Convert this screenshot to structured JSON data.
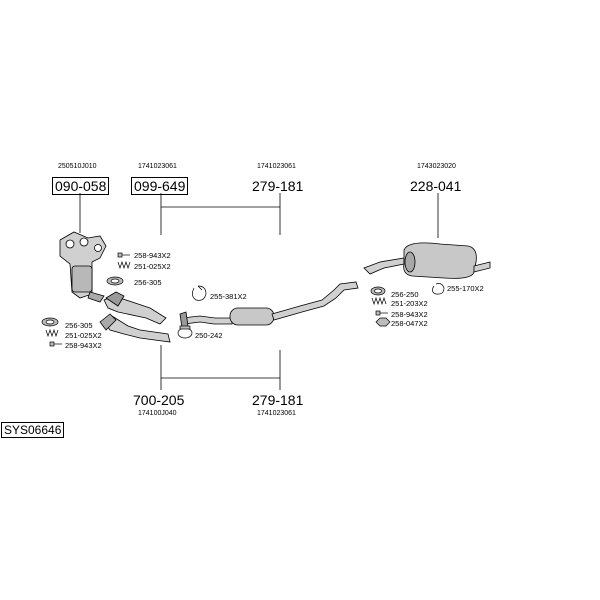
{
  "diagram_code": "SYS06646",
  "refs": {
    "r1": "250510J010",
    "r2": "1741023061",
    "r3": "1741023061",
    "r4": "1743023020",
    "r5": "174100J040",
    "r6": "1741023061"
  },
  "parts": {
    "p1": "090-058",
    "p2": "099-649",
    "p3": "279-181",
    "p4": "228-041",
    "p5": "700-205",
    "p6": "279-181"
  },
  "small_parts": {
    "s1": "258-943X2",
    "s2": "251-025X2",
    "s3": "256-305",
    "s4": "255-381X2",
    "s5": "256-305",
    "s6": "251-025X2",
    "s7": "258-943X2",
    "s8": "250-242",
    "s9": "256-250",
    "s10": "251-203X2",
    "s11": "258-943X2",
    "s12": "258-047X2",
    "s13": "255-170X2"
  },
  "colors": {
    "line": "#000000",
    "metal": "#cfcfcf",
    "metal_dark": "#8a8a8a"
  }
}
